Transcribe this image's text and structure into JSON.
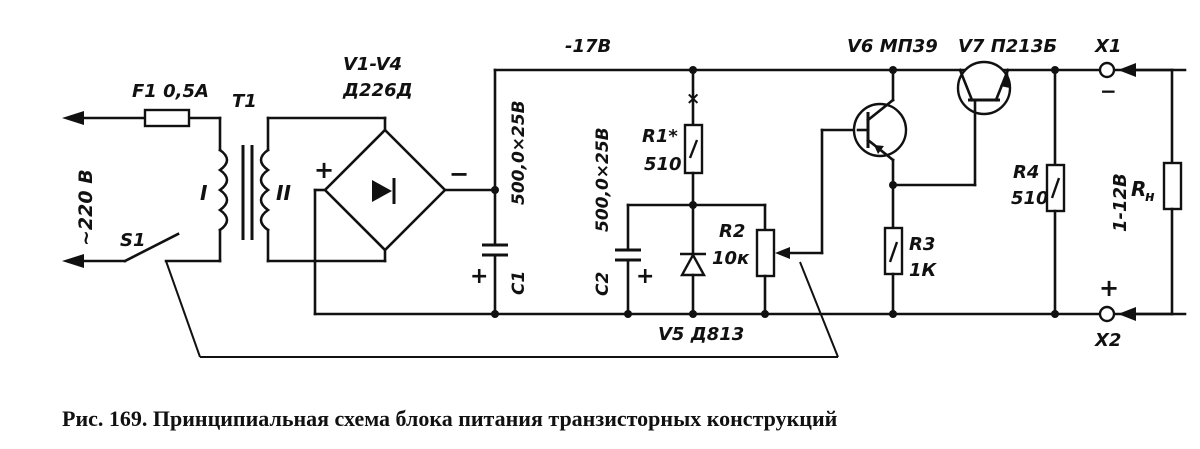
{
  "labels": {
    "f1": "F1 0,5A",
    "t1": "T1",
    "v1v4": "V1-V4",
    "d226": "Д226Д",
    "minus17": "-17В",
    "v6": "V6 МП39",
    "v7": "V7 П213Б",
    "x1": "X1",
    "x2": "X2",
    "mains": "~220 В",
    "s1": "S1",
    "wind1": "I",
    "wind2": "II",
    "plus_bridge": "+",
    "minus_bridge": "−",
    "c1_value": "500,0×25В",
    "c1_name": "C1",
    "c1_plus": "+",
    "c2_value": "500,0×25В",
    "c2_name": "C2",
    "c2_plus": "+",
    "r1_name": "R1*",
    "r1_value": "510",
    "r1_mark": "×",
    "r2_name": "R2",
    "r2_value": "10к",
    "v5": "V5 Д813",
    "r3_name": "R3",
    "r3_value": "1К",
    "r4_name": "R4",
    "r4_value": "510",
    "out_range": "1-12В",
    "rn": "R",
    "rn_sub": "н",
    "x1_sign": "−",
    "x2_sign": "+"
  },
  "caption": "Рис. 169. Принципиальная схема блока питания транзисторных конструкций"
}
